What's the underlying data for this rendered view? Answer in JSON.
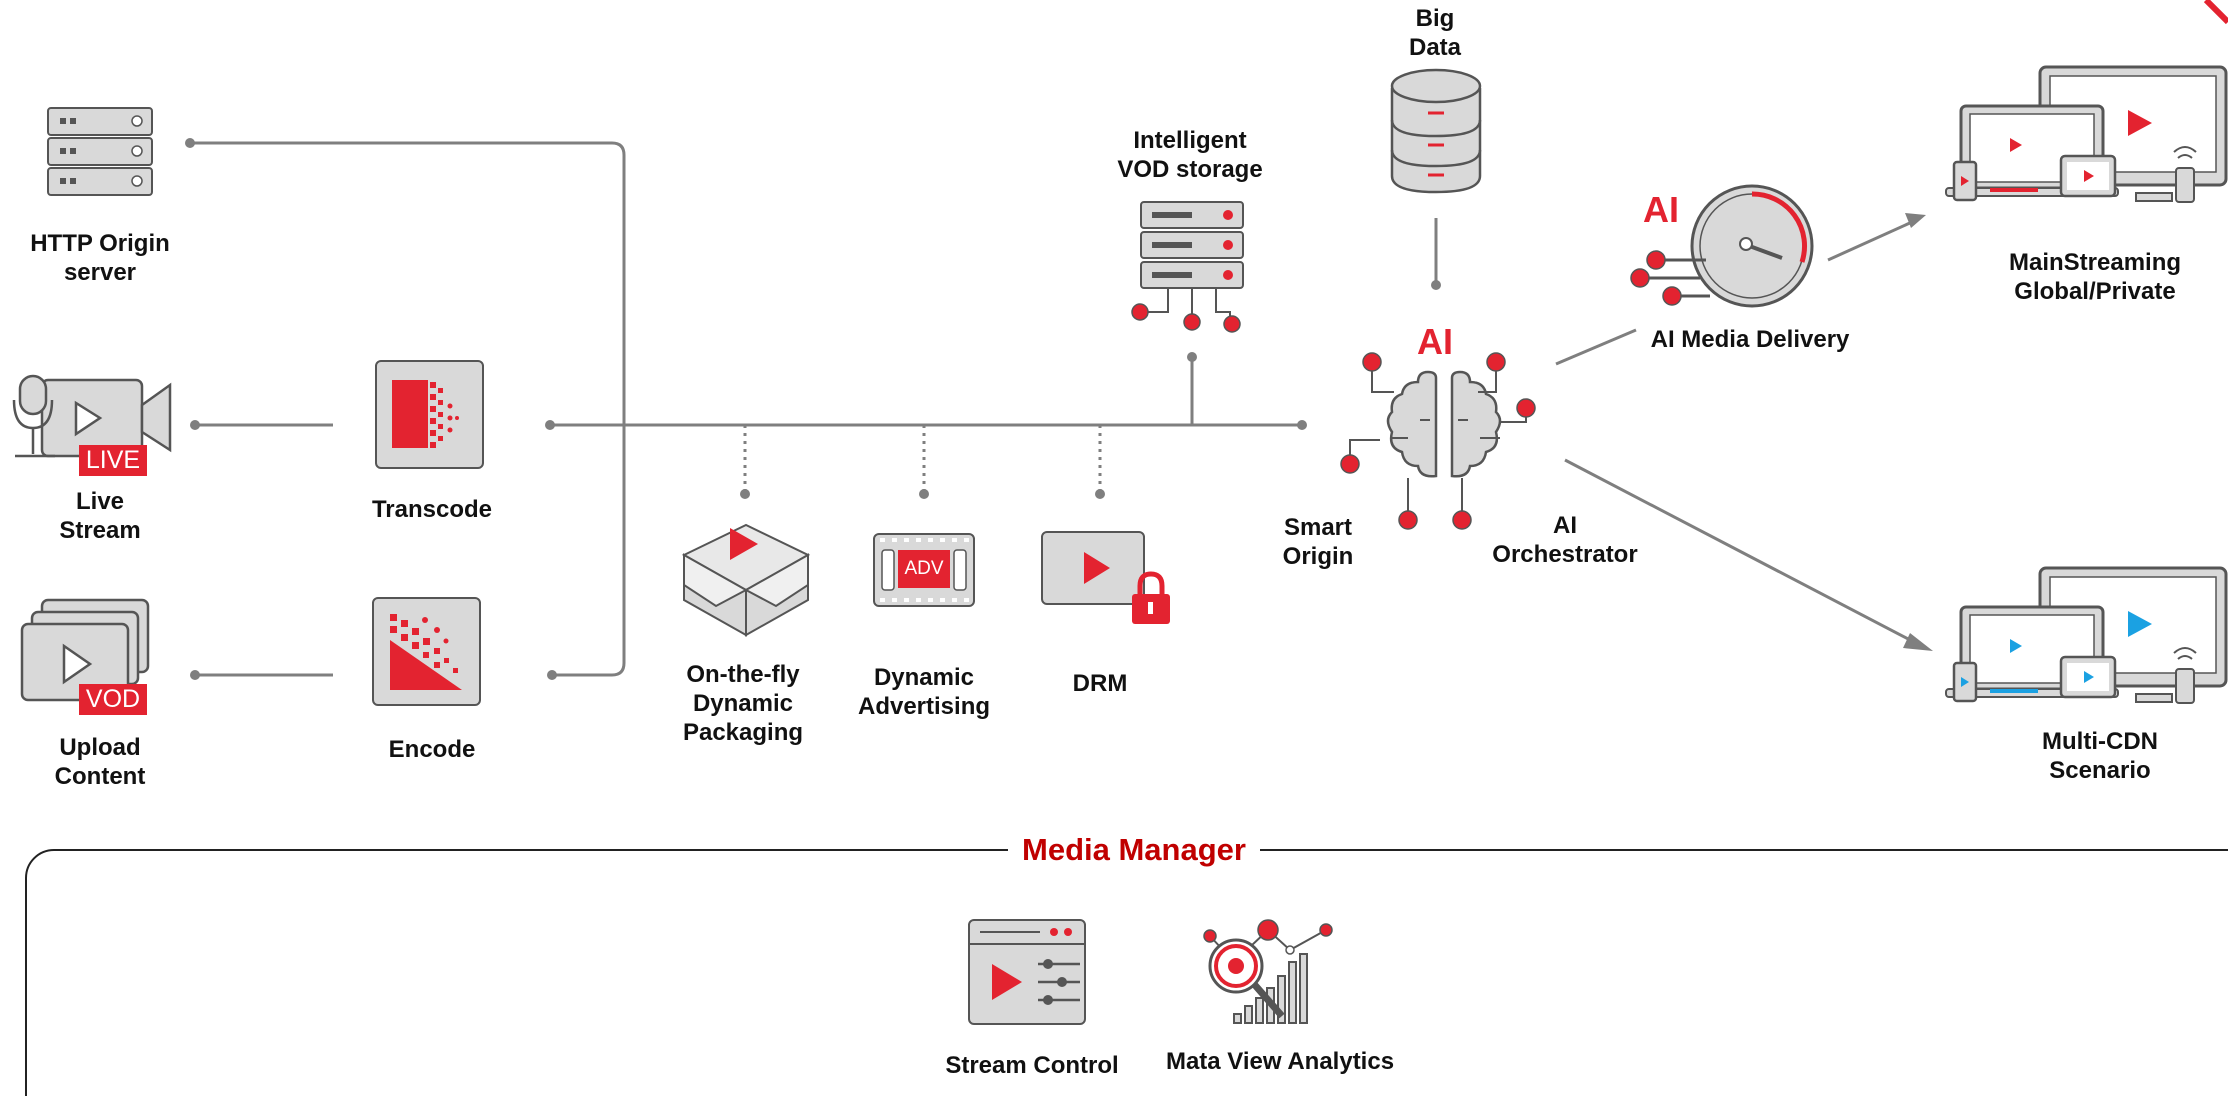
{
  "sources": {
    "http_origin": "HTTP Origin\nserver",
    "live_stream": "Live\nStream",
    "live_badge": "LIVE",
    "upload_content": "Upload\nContent",
    "vod_badge": "VOD"
  },
  "processing": {
    "transcode": "Transcode",
    "encode": "Encode"
  },
  "features": {
    "packaging": "On-the-fly\nDynamic\nPackaging",
    "advertising": "Dynamic\nAdvertising",
    "adv_badge": "ADV",
    "drm": "DRM"
  },
  "core": {
    "vod_storage": "Intelligent\nVOD storage",
    "big_data": "Big\nData",
    "smart_origin": "Smart\nOrigin",
    "ai_orchestrator": "AI\nOrchestrator",
    "ai_badge": "AI",
    "ai_media_delivery": "AI Media Delivery",
    "ai_delivery_badge": "AI"
  },
  "delivery": {
    "mainstreaming": "MainStreaming\nGlobal/Private",
    "multi_cdn": "Multi-CDN\nScenario"
  },
  "media_manager": {
    "title": "Media Manager",
    "stream_control": "Stream Control",
    "analytics": "Mata View Analytics"
  },
  "colors": {
    "accent": "#e32330",
    "accent_dark": "#c00000",
    "line": "#7f7f7f",
    "icon_fill": "#d9d9d9",
    "cdn_blue": "#1ba1e2"
  }
}
